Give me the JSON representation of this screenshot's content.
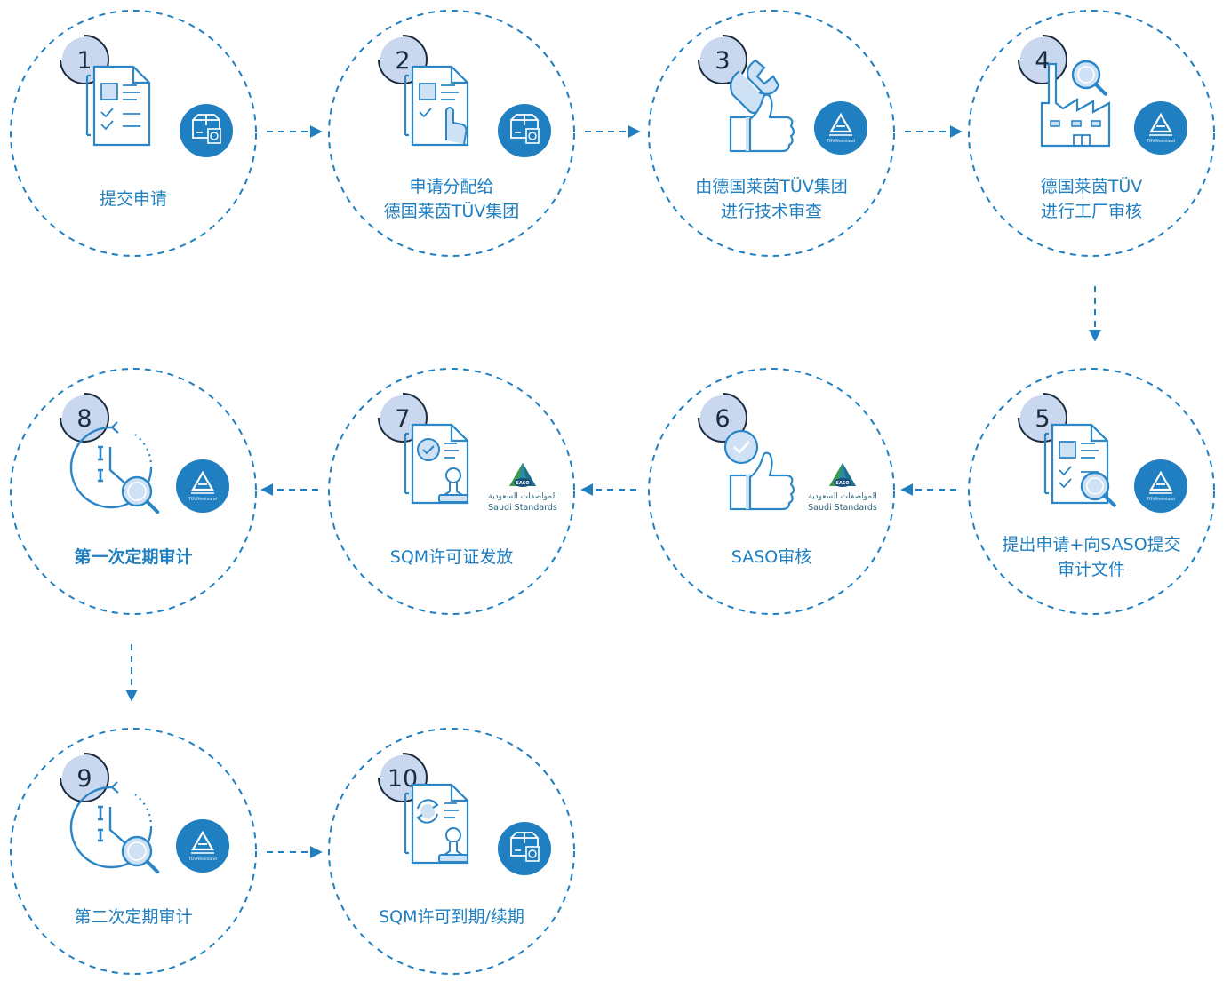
{
  "colors": {
    "accent": "#1f7fc1",
    "dash": "#1f7fc1",
    "number_badge": "#c9d8ef",
    "icon_stroke": "#2a86c7",
    "icon_fill": "#cfe2f5",
    "badge_blue": "#1f7fc1",
    "saso_teal": "#2a8aa6"
  },
  "steps": [
    {
      "number": "1",
      "line1": "提交申请",
      "line2": "",
      "bold": false,
      "icon": "document-checklist-icon",
      "badge": "package-money"
    },
    {
      "number": "2",
      "line1": "申请分配给",
      "line2": "德国莱茵TÜV集团",
      "bold": false,
      "icon": "document-touch-icon",
      "badge": "package-money"
    },
    {
      "number": "3",
      "line1": "由德国莱茵TÜV集团",
      "line2": "进行技术审查",
      "bold": false,
      "icon": "wrench-thumbs-up-icon",
      "badge": "tuv"
    },
    {
      "number": "4",
      "line1": "德国莱茵TÜV",
      "line2": "进行工厂审核",
      "bold": false,
      "icon": "factory-magnifier-icon",
      "badge": "tuv"
    },
    {
      "number": "5",
      "line1": "提出申请+向SASO提交",
      "line2": "审计文件",
      "bold": false,
      "icon": "document-magnifier-icon",
      "badge": "tuv"
    },
    {
      "number": "6",
      "line1": "SASO审核",
      "line2": "",
      "bold": false,
      "icon": "check-thumbs-up-icon",
      "badge": "saso"
    },
    {
      "number": "7",
      "line1": "SQM许可证发放",
      "line2": "",
      "bold": false,
      "icon": "document-stamp-icon",
      "badge": "saso"
    },
    {
      "number": "8",
      "line1": "第一次定期审计",
      "line2": "",
      "bold": true,
      "icon": "clock-magnifier-icon",
      "badge": "tuv"
    },
    {
      "number": "9",
      "line1": "第二次定期审计",
      "line2": "",
      "bold": false,
      "icon": "clock-magnifier-icon",
      "badge": "tuv"
    },
    {
      "number": "10",
      "line1": "SQM许可到期/续期",
      "line2": "",
      "bold": false,
      "icon": "document-renew-stamp-icon",
      "badge": "package-money"
    }
  ],
  "logos": {
    "saso_arabic": "المواصفات السعودية",
    "saso_english": "Saudi Standards",
    "saso_badge": "SASO",
    "tuv_text": "TÜVRheinland"
  }
}
